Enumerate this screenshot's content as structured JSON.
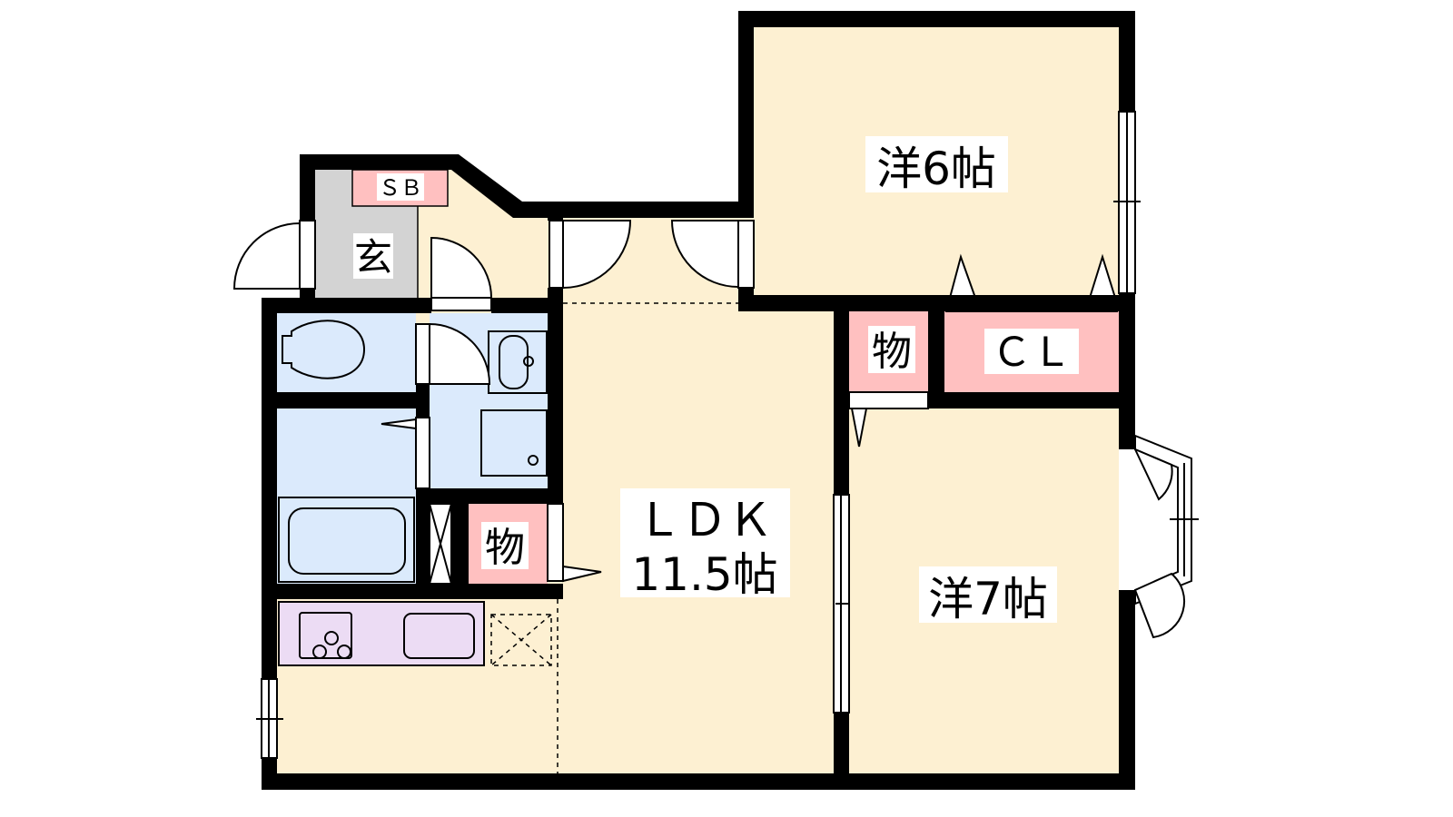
{
  "rooms": {
    "western6": {
      "label": "洋6帖"
    },
    "western7": {
      "label": "洋7帖"
    },
    "ldk": {
      "label": "ＬＤＫ",
      "size": "11.5帖"
    },
    "entrance": {
      "label": "玄"
    },
    "shoebox": {
      "label": "ＳＢ"
    },
    "closet": {
      "label": "ＣＬ"
    },
    "storage1": {
      "label": "物"
    },
    "storage2": {
      "label": "物"
    }
  },
  "colors": {
    "floor": "#fdf0d2",
    "wet": "#dbeafc",
    "storage": "#ffc0c0",
    "entrance": "#d3d3d3",
    "kitchen": "#ecdcf4",
    "wall": "#000000"
  }
}
